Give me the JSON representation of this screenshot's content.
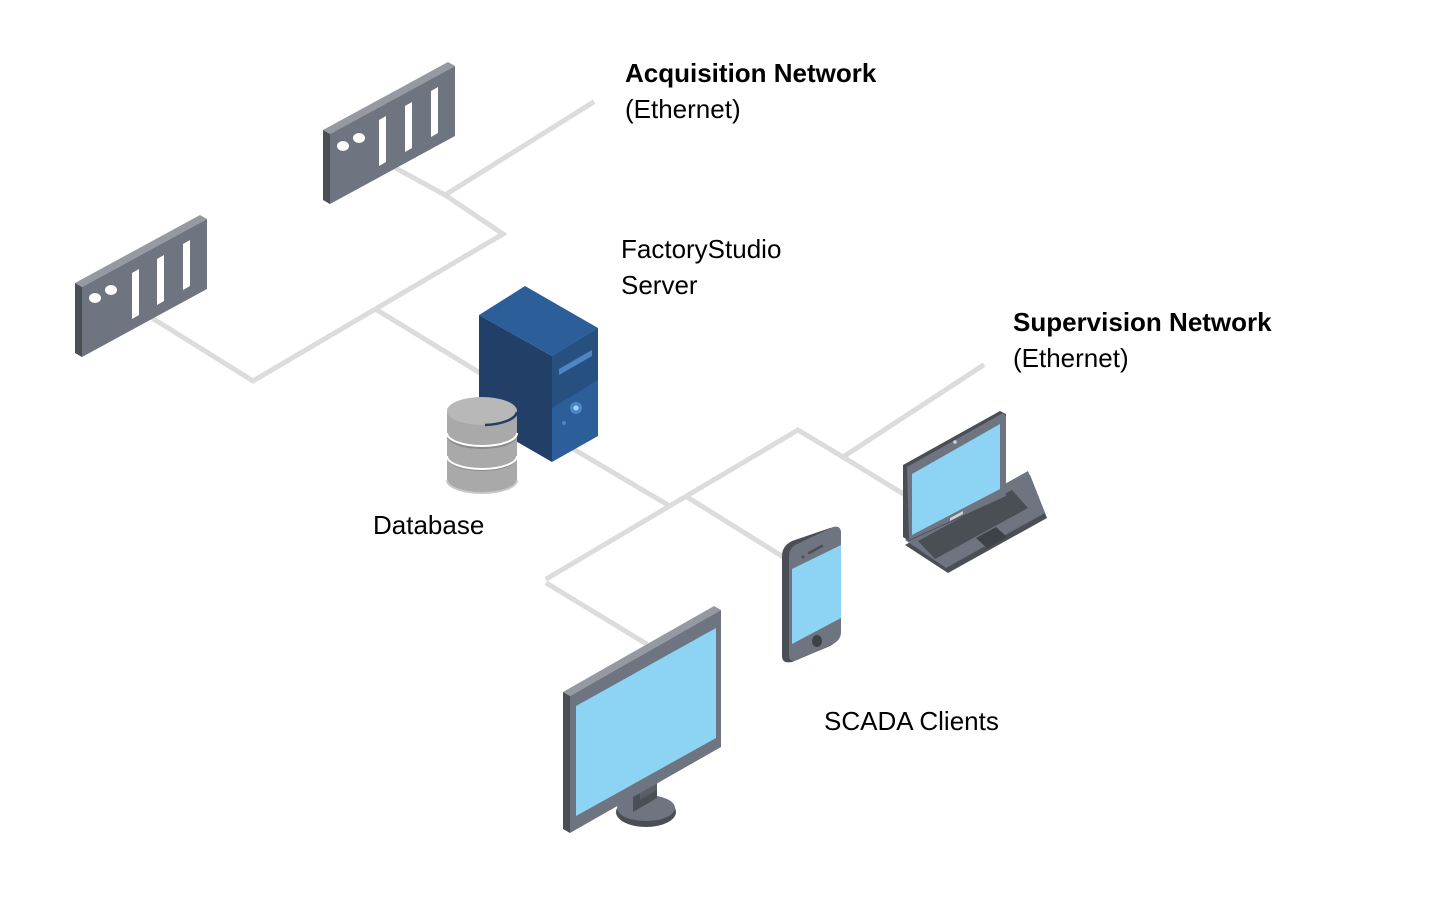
{
  "labels": {
    "acquisition_network": {
      "title": "Acquisition Network",
      "subtitle": "(Ethernet)"
    },
    "supervision_network": {
      "title": "Supervision Network",
      "subtitle": "(Ethernet)"
    },
    "server": {
      "line1": "FactoryStudio",
      "line2": "Server"
    },
    "database": "Database",
    "clients": "SCADA Clients"
  },
  "colors": {
    "wire": "#dcdcdc",
    "plc_face": "#6e7480",
    "plc_top": "#959aa2",
    "plc_side": "#4a4e55",
    "server_front": "#2c5f9a",
    "server_side": "#223f68",
    "screen": "#8dd4f4",
    "device_dark": "#4a4e55",
    "device_mid": "#6e7480",
    "db_light": "#b4b4b4",
    "db_dark": "#7a7a7a"
  },
  "nodes": [
    {
      "id": "plc-1",
      "type": "controller",
      "network": "acquisition"
    },
    {
      "id": "plc-2",
      "type": "controller",
      "network": "acquisition"
    },
    {
      "id": "server",
      "type": "server",
      "network": "both"
    },
    {
      "id": "database",
      "type": "database"
    },
    {
      "id": "laptop",
      "type": "scada-client",
      "network": "supervision"
    },
    {
      "id": "phone",
      "type": "scada-client",
      "network": "supervision"
    },
    {
      "id": "monitor",
      "type": "scada-client",
      "network": "supervision"
    }
  ]
}
